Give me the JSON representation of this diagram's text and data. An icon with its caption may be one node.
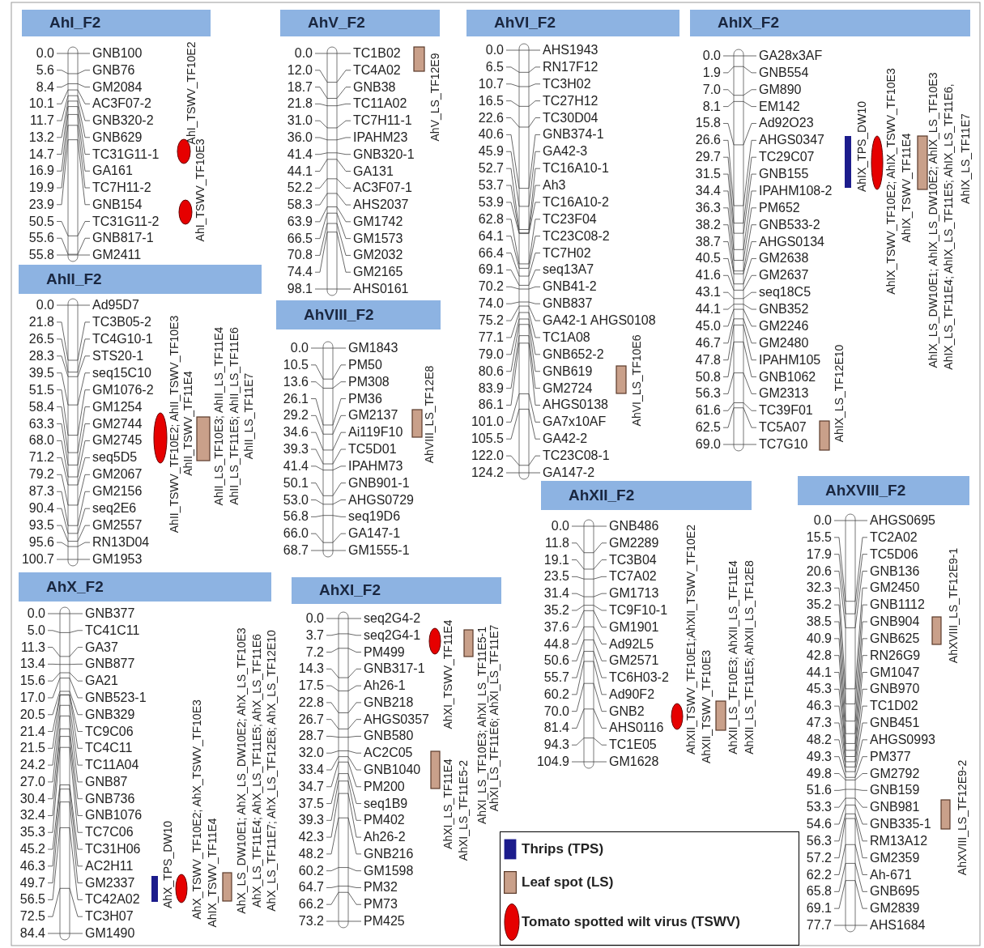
{
  "diagram": {
    "nodes": [
      {
        "text": [
          "AhI_F2"
        ]
      },
      {
        "text": [
          "AhV_F2"
        ]
      },
      {
        "text": [
          "AhVI_F2"
        ]
      },
      {
        "text": [
          "AhIX_F2"
        ]
      },
      {
        "text": [
          "AhII_F2"
        ]
      },
      {
        "text": [
          "AhVIII_F2"
        ]
      },
      {
        "text": [
          "AhXII_F2"
        ]
      },
      {
        "text": [
          "AhXVIII_F2"
        ]
      },
      {
        "text": [
          "AhX_F2"
        ]
      },
      {
        "text": [
          "AhXI_F2"
        ]
      }
    ],
    "labels": [
      "0.0",
      "GNB100",
      "5.6",
      "GNB76",
      "8.4",
      "GM2084",
      "10.1",
      "AC3F07-2",
      "11.7",
      "GNB320-2",
      "13.2",
      "GNB629",
      "14.7",
      "TC31G11-1",
      "16.9",
      "GA161",
      "19.9",
      "TC7H11-2",
      "23.9",
      "GNB154",
      "50.5",
      "TC31G11-2",
      "55.6",
      "GNB817-1",
      "55.8",
      "GM2411",
      "AhI_TSWV_TF10E2",
      "AhI_TSWV_TF10E3",
      "0.0",
      "TC1B02",
      "12.0",
      "TC4A02",
      "18.7",
      "GNB38",
      "21.8",
      "TC11A02",
      "31.0",
      "TC7H11-1",
      "36.0",
      "IPAHM23",
      "41.4",
      "GNB320-1",
      "44.1",
      "GA131",
      "52.2",
      "AC3F07-1",
      "58.3",
      "AHS2037",
      "63.9",
      "GM1742",
      "66.5",
      "GM1573",
      "70.8",
      "GM2032",
      "74.4",
      "GM2165",
      "98.1",
      "AHS0161",
      "AhV_LS_TF12E9",
      "0.0",
      "AHS1943",
      "6.5",
      "RN17F12",
      "10.7",
      "TC3H02",
      "16.5",
      "TC27H12",
      "22.6",
      "TC30D04",
      "40.6",
      "GNB374-1",
      "45.9",
      "GA42-3",
      "52.7",
      "TC16A10-1",
      "53.7",
      "Ah3",
      "53.9",
      "TC16A10-2",
      "62.8",
      "TC23F04",
      "64.1",
      "TC23C08-2",
      "66.4",
      "TC7H02",
      "69.1",
      "seq13A7",
      "70.2",
      "GNB41-2",
      "74.0",
      "GNB837",
      "75.2",
      "GA42-1 AHGS0108",
      "77.1",
      "TC1A08",
      "79.0",
      "GNB652-2",
      "80.6",
      "GNB619",
      "83.9",
      "GM2724",
      "86.1",
      "AHGS0138",
      "101.0",
      "GA7x10AF",
      "105.5",
      "GA42-2",
      "122.0",
      "TC23C08-1",
      "124.2",
      "GA147-2",
      "AhVI_LS_TF10E6",
      "0.0",
      "GA28x3AF",
      "1.9",
      "GNB554",
      "7.0",
      "GM890",
      "8.1",
      "EM142",
      "15.8",
      "Ad92O23",
      "26.6",
      "AHGS0347",
      "29.7",
      "TC29C07",
      "31.5",
      "GNB155",
      "34.4",
      "IPAHM108-2",
      "36.3",
      "PM652",
      "38.2",
      "GNB533-2",
      "38.7",
      "AHGS0134",
      "40.5",
      "GM2638",
      "41.6",
      "GM2637",
      "43.1",
      "seq18C5",
      "44.1",
      "GNB352",
      "45.0",
      "GM2246",
      "46.7",
      "GM2480",
      "47.8",
      "IPAHM105",
      "50.8",
      "GNB1062",
      "56.3",
      "GM2313",
      "61.6",
      "TC39F01",
      "62.5",
      "TC5A07",
      "69.0",
      "TC7G10",
      "AhIX_TPS_DW10",
      "AhIX_TSWV_TF10E2; AhIX_TSWV_TF10E3",
      "AhIX_TSWV_TF11E4",
      "AhIX_LS_DW10E1; AhIX_LS_DW10E2; AhIX_LS_TF10E3",
      "AhIX_LS_TF11E4; AhIX_LS_TF11E5; AhIX_LS_TF11E6,",
      "AhIX_LS_TF11E7",
      "AhIX_LS_TF12E10",
      "0.0",
      "Ad95D7",
      "21.8",
      "TC3B05-2",
      "26.5",
      "TC4G10-1",
      "28.3",
      "STS20-1",
      "39.5",
      "seq15C10",
      "51.5",
      "GM1076-2",
      "58.4",
      "GM1254",
      "63.3",
      "GM2744",
      "68.0",
      "GM2745",
      "71.2",
      "seq5D5",
      "79.2",
      "GM2067",
      "87.3",
      "GM2156",
      "90.4",
      "seq2E6",
      "93.5",
      "GM2557",
      "95.6",
      "RN13D04",
      "100.7",
      "GM1953",
      "AhII_TSWV_TF10E2; AhII_TSWV_TF10E3",
      "AhII_TSWV_TF11E4",
      "AhII_LS_TF10E3; AhII_LS_TF11E4",
      "AhII_LS_TF11E5; AhII_LS_TF11E6",
      "AhII_LS_TF11E7",
      "0.0",
      "GM1843",
      "10.5",
      "PM50",
      "13.6",
      "PM308",
      "26.1",
      "PM36",
      "29.2",
      "GM2137",
      "34.6",
      "Ai119F10",
      "39.3",
      "TC5D01",
      "41.4",
      "IPAHM73",
      "50.1",
      "GNB901-1",
      "53.0",
      "AHGS0729",
      "56.8",
      "seq19D6",
      "66.0",
      "GA147-1",
      "68.7",
      "GM1555-1",
      "AhVIII_LS_TF12E8",
      "0.0",
      "GNB486",
      "11.8",
      "GM2289",
      "19.1",
      "TC3B04",
      "23.5",
      "TC7A02",
      "31.4",
      "GM1713",
      "35.2",
      "TC9F10-1",
      "37.6",
      "GM1901",
      "44.8",
      "Ad92L5",
      "50.6",
      "GM2571",
      "55.7",
      "TC6H03-2",
      "60.2",
      "Ad90F2",
      "70.0",
      "GNB2",
      "81.4",
      "AHS0116",
      "94.3",
      "TC1E05",
      "104.9",
      "GM1628",
      "AhXII_TSWV_TF10E1;AhXII_TSWV_TF10E2",
      "AhXII_TSWV_TF10E3",
      "AhXII_LS_TF10E3; AhXII_LS_TF11E4",
      "AhXII_LS_TF11E5; AhXII_LS_TF12E8",
      "0.0",
      "AHGS0695",
      "15.5",
      "TC2A02",
      "17.9",
      "TC5D06",
      "20.6",
      "GNB136",
      "32.3",
      "GM2450",
      "35.2",
      "GNB1112",
      "38.5",
      "GNB904",
      "40.9",
      "GNB625",
      "42.8",
      "RN26G9",
      "44.1",
      "GM1047",
      "45.3",
      "GNB970",
      "46.3",
      "TC1D02",
      "47.3",
      "GNB451",
      "48.2",
      "AHGS0993",
      "49.3",
      "PM377",
      "49.8",
      "GM2792",
      "51.6",
      "GNB159",
      "53.3",
      "GNB981",
      "54.6",
      "GNB335-1",
      "56.3",
      "RM13A12",
      "57.2",
      "GM2359",
      "62.2",
      "Ah-671",
      "65.8",
      "GNB695",
      "69.1",
      "GM2839",
      "77.7",
      "AHS1684",
      "AhXVIII_LS_TF12E9-1",
      "AhXVIII_LS_TF12E9-2",
      "0.0",
      "GNB377",
      "5.0",
      "TC41C11",
      "11.3",
      "GA37",
      "13.4",
      "GNB877",
      "15.6",
      "GA21",
      "17.0",
      "GNB523-1",
      "20.5",
      "GNB329",
      "21.4",
      "TC9C06",
      "21.5",
      "TC4C11",
      "24.2",
      "TC11A04",
      "27.0",
      "GNB87",
      "30.4",
      "GNB736",
      "32.4",
      "GNB1076",
      "35.3",
      "TC7C06",
      "45.2",
      "TC31H06",
      "46.3",
      "AC2H11",
      "49.7",
      "GM2337",
      "56.5",
      "TC42A02",
      "72.5",
      "TC3H07",
      "84.4",
      "GM1490",
      "AhX_TPS_DW10",
      "AhX_TSWV_TF10E2; AhX_TSWV_TF10E3",
      "AhIX_TSWV_TF11E4",
      "AhX_LS_DW10E1; AhX_LS_DW10E2; AhX_LS_TF10E3",
      "AhX_LS_TF11E4; AhX_LS_TF11E5; AhX_LS_TF11E6",
      "AhX_LS_TF11E7; AhX_LS_TF12E8; AhX_LS_TF12E10",
      "0.0",
      "seq2G4-2",
      "3.7",
      "seq2G4-1",
      "7.2",
      "PM499",
      "14.3",
      "GNB317-1",
      "17.5",
      "Ah26-1",
      "22.8",
      "GNB218",
      "26.7",
      "AHGS0357",
      "28.7",
      "GNB580",
      "32.0",
      "AC2C05",
      "33.4",
      "GNB1040",
      "34.7",
      "PM200",
      "37.5",
      "seq1B9",
      "39.3",
      "PM402",
      "42.3",
      "Ah26-2",
      "48.2",
      "GNB216",
      "60.2",
      "GM1598",
      "64.7",
      "PM32",
      "66.2",
      "PM73",
      "73.2",
      "PM425",
      "AhXI_TSWV_TF11E4",
      "AhXI_LS_TF11E4",
      "AhXI_LS_TF11E5-2",
      "AhXI_LS_TF10E3; AhXI_LS_TF11E5-1",
      "AhXI_LS_TF11E6; AhXI_LS_TF11E7"
    ],
    "legend": [
      {
        "text": "Thrips (TPS)",
        "color": "#1c1c8c"
      },
      {
        "text": "Leaf spot (LS)",
        "color": "#c9a08a"
      },
      {
        "text": "Tomato spotted wilt virus (TSWV)",
        "color": "#e60000"
      }
    ]
  }
}
